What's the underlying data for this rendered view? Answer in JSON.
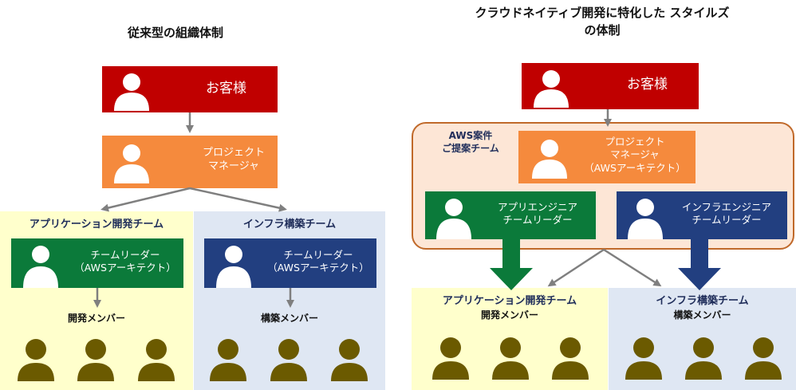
{
  "left": {
    "title": "従来型の組織体制",
    "customer": "お客様",
    "pm": "プロジェクト\nマネージャ",
    "app_team": "アプリケーション開発チーム",
    "infra_team": "インフラ構築チーム",
    "app_leader": "チームリーダー\n（AWSアーキテクト）",
    "infra_leader": "チームリーダー\n（AWSアーキテクト）",
    "app_members": "開発メンバー",
    "infra_members": "構築メンバー"
  },
  "right": {
    "title": "クラウドネイティブ開発に特化した\nスタイルズの体制",
    "customer": "お客様",
    "proposal_team": "AWS案件\nご提案チーム",
    "pm": "プロジェクト\nマネージャ\n（AWSアーキテクト）",
    "app_engineer": "アプリエンジニア\nチームリーダー",
    "infra_engineer": "インフラエンジニア\nチームリーダー",
    "app_team": "アプリケーション開発チーム",
    "infra_team": "インフラ構築チーム",
    "app_members": "開発メンバー",
    "infra_members": "構築メンバー"
  },
  "colors": {
    "customer": "#c00000",
    "pm": "#f58a3d",
    "app": "#0b7a3a",
    "infra": "#223f80",
    "member": "#6b5a00",
    "panel_yellow": "#ffffcc",
    "panel_blue": "#dfe7f3",
    "proposal_bg": "#fde6d6",
    "proposal_border": "#c0692a"
  }
}
